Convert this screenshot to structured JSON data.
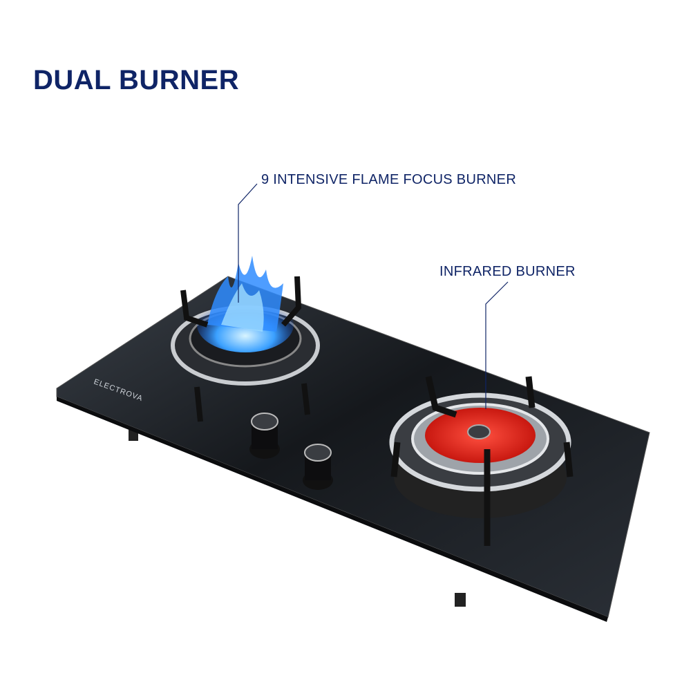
{
  "title": "DUAL BURNER",
  "callouts": {
    "flame_burner": "9 INTENSIVE FLAME FOCUS BURNER",
    "infrared_burner": "INFRARED BURNER"
  },
  "brand": {
    "logo_text": "ELECTROVA"
  },
  "colors": {
    "title": "#0f2466",
    "glass": "#1a1d22",
    "flame": "#2f8cff",
    "infrared": "#e8261c"
  }
}
